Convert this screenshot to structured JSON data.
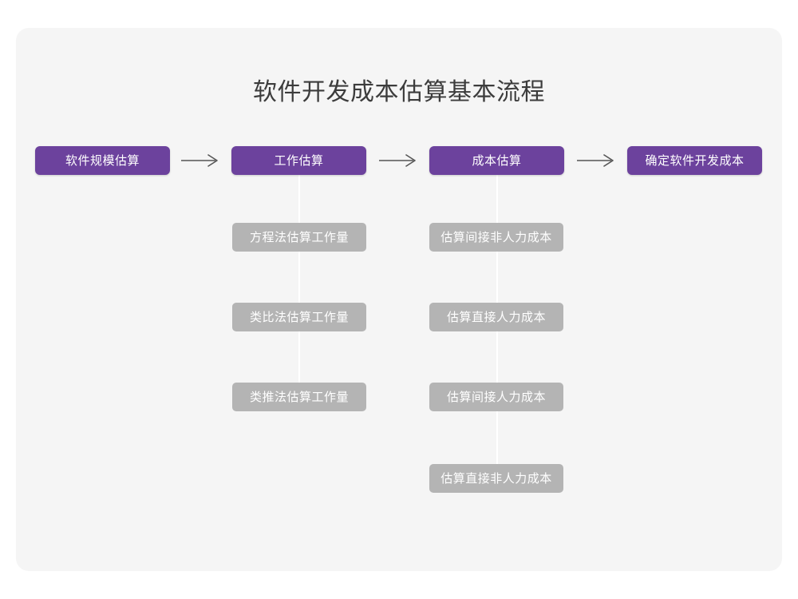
{
  "page": {
    "title": "软件开发成本估算基本流程",
    "background_color": "#ffffff",
    "card_color": "#f5f5f5",
    "primary_color": "#6c429d",
    "secondary_color": "#b4b4b4",
    "title_color": "#3c3c3c",
    "connector_color": "#ffffff",
    "arrow_color": "#555555"
  },
  "flow": {
    "stages": [
      {
        "label": "软件规模估算",
        "substeps": []
      },
      {
        "label": "工作估算",
        "substeps": [
          {
            "label": "方程法估算工作量"
          },
          {
            "label": "类比法估算工作量"
          },
          {
            "label": "类推法估算工作量"
          }
        ]
      },
      {
        "label": "成本估算",
        "substeps": [
          {
            "label": "估算间接非人力成本"
          },
          {
            "label": "估算直接人力成本"
          },
          {
            "label": "估算间接人力成本"
          },
          {
            "label": "估算直接非人力成本"
          }
        ]
      },
      {
        "label": "确定软件开发成本",
        "substeps": []
      }
    ],
    "arrows": [
      {
        "name": "arrow-1",
        "glyph": "→"
      },
      {
        "name": "arrow-2",
        "glyph": "→"
      },
      {
        "name": "arrow-3",
        "glyph": "→"
      }
    ]
  }
}
